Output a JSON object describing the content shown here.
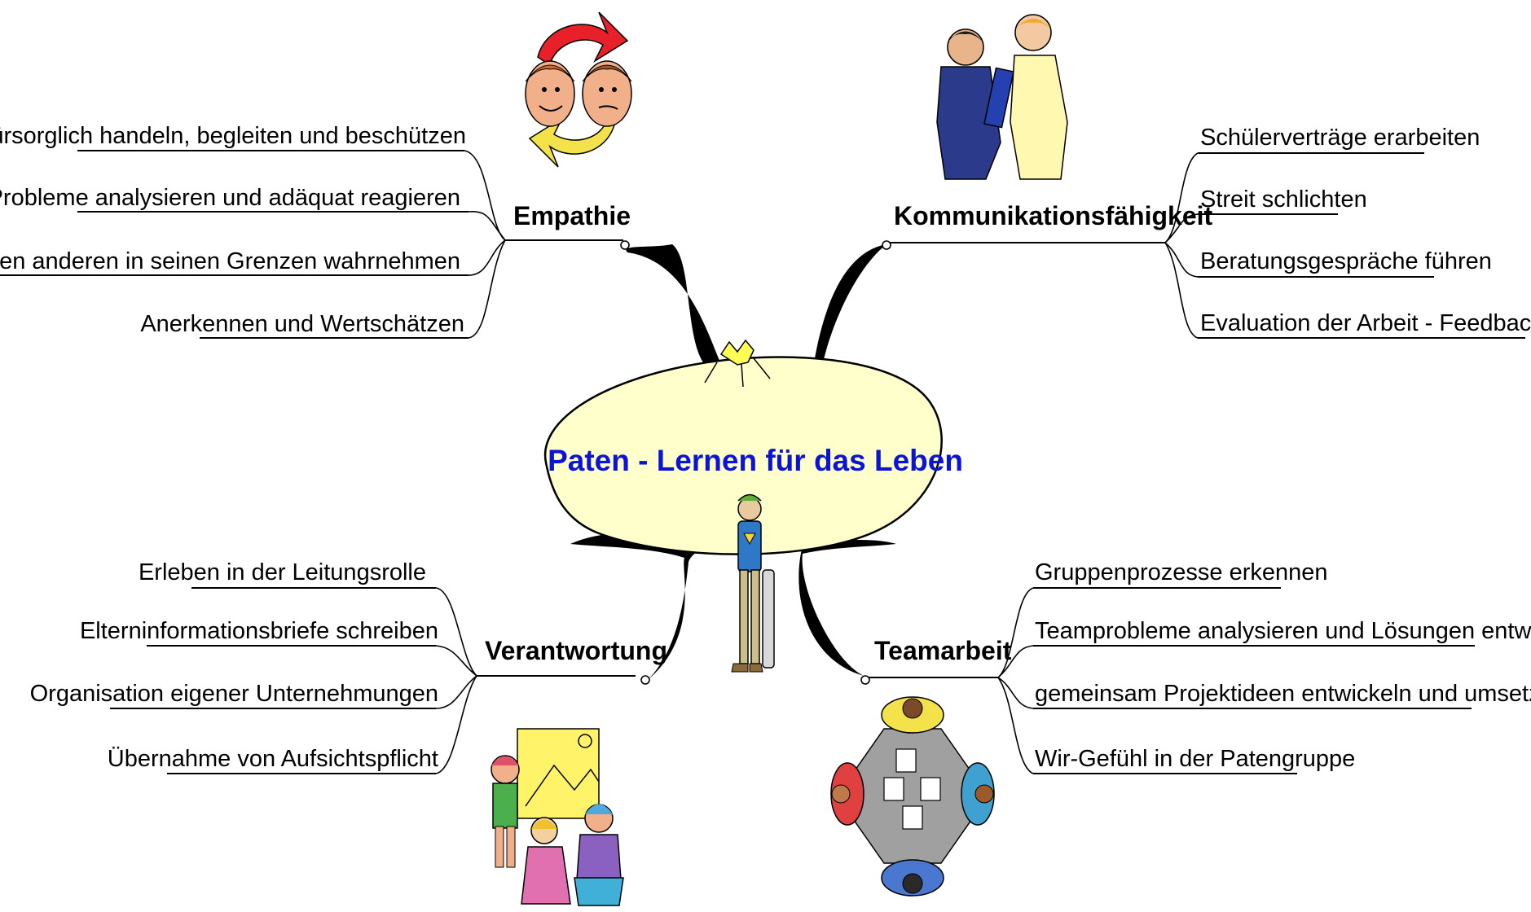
{
  "center": {
    "title": "Paten - Lernen für das Leben"
  },
  "branches": {
    "empathie": {
      "title": "Empathie",
      "icon": "empathy-faces-icon",
      "items": [
        "fürsorglich handeln, begleiten und beschützen",
        "Probleme analysieren und adäquat reagieren",
        "sich und den anderen in seinen Grenzen wahrnehmen",
        "Anerkennen und Wertschätzen"
      ]
    },
    "kommunikation": {
      "title": "Kommunikationsfähigkeit",
      "icon": "conversation-people-icon",
      "items": [
        "Schülerverträge erarbeiten",
        "Streit schlichten",
        "Beratungsgespräche führen",
        "Evaluation der Arbeit - Feedbackkultur"
      ]
    },
    "verantwortung": {
      "title": "Verantwortung",
      "icon": "children-painting-icon",
      "items": [
        "Erleben in der Leitungsrolle",
        "Elterninformationsbriefe schreiben",
        "Organisation eigener Unternehmungen",
        "Übernahme von Aufsichtspflicht"
      ]
    },
    "teamarbeit": {
      "title": "Teamarbeit",
      "icon": "team-table-icon",
      "items": [
        "Gruppenprozesse erkennen",
        "Teamprobleme analysieren und Lösungen entwerfen",
        "gemeinsam Projektideen entwickeln und umsetzen",
        "Wir-Gefühl in der Patengruppe"
      ]
    }
  },
  "colors": {
    "center_fill": "#ffffcc",
    "center_text": "#0b13d6",
    "line": "#000000"
  }
}
